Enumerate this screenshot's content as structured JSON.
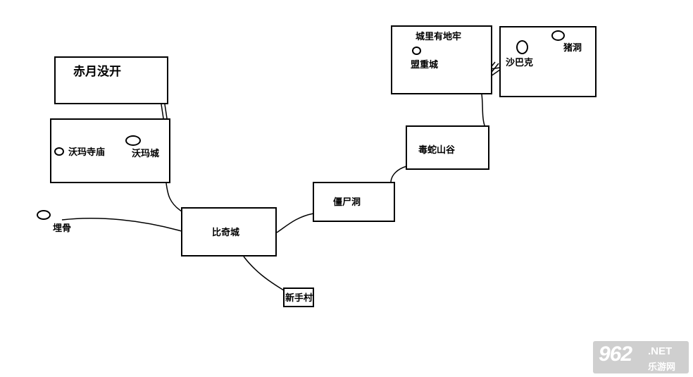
{
  "nodes": {
    "chiyue": "赤月没开",
    "woma_temple": "沃玛寺庙",
    "woma_city": "沃玛城",
    "maigu": "埋骨",
    "biqi": "比奇城",
    "xinshou": "新手村",
    "jiangshi": "僵尸洞",
    "dushe": "毒蛇山谷",
    "dungeon": "城里有地牢",
    "mengzhong": "盟重城",
    "shabake": "沙巴克",
    "zhudong": "猪洞"
  },
  "watermark": {
    "number": "962",
    "suffix": ".NET",
    "site": "乐游网"
  }
}
